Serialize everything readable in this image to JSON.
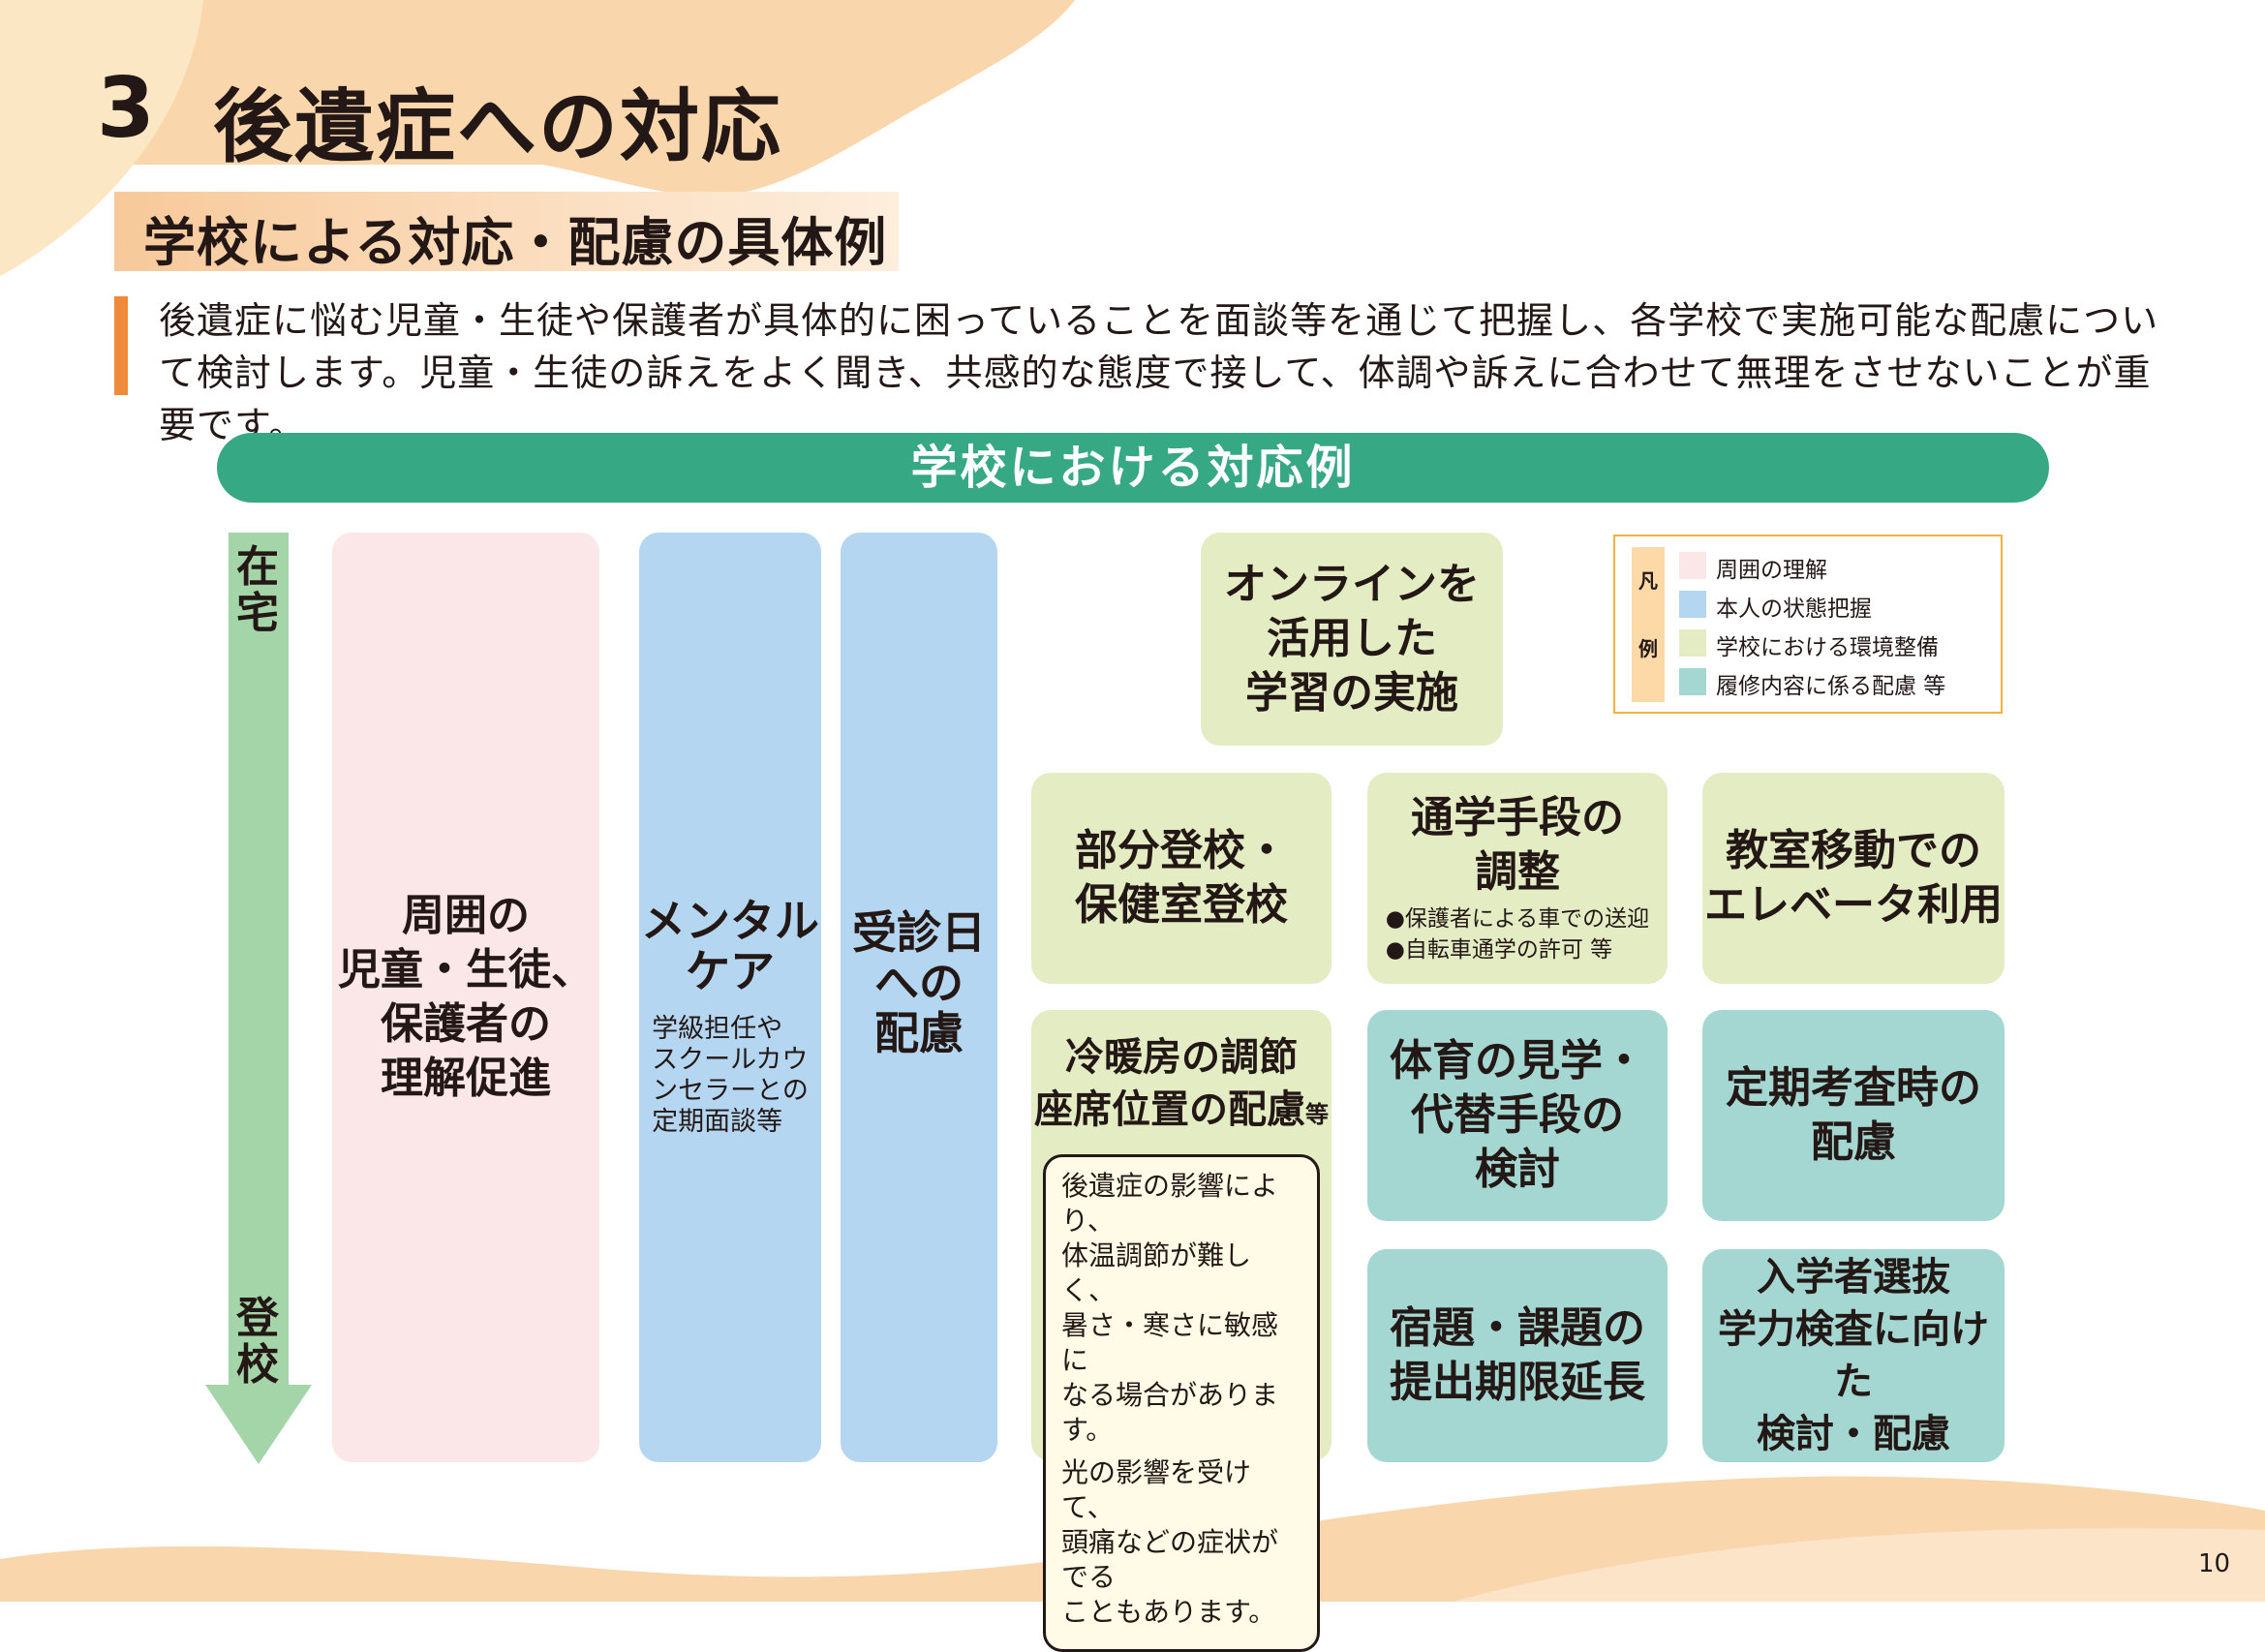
{
  "colors": {
    "accent_orange": "#ef8a3d",
    "banner_green": "#36a884",
    "pink": "#fbe7e8",
    "blue": "#b5d6f1",
    "green": "#e4ecc4",
    "teal": "#a4d7d1",
    "arrow_green": "#a3d5a8"
  },
  "header": {
    "number": "3",
    "title": "後遺症への対応",
    "subtitle": "学校による対応・配慮の具体例"
  },
  "intro": "後遺症に悩む児童・生徒や保護者が具体的に困っていることを面談等を通じて把握し、各学校で実施可能な配慮について検討します。児童・生徒の訴えをよく聞き、共感的な態度で接して、体調や訴えに合わせて無理をさせないことが重要です。",
  "banner": "学校における対応例",
  "arrow": {
    "top": "在\n宅",
    "bottom": "登\n校"
  },
  "columns": {
    "pink_main": "周囲の\n児童・生徒、\n保護者の\n理解促進",
    "mental_title": "メンタル\nケア",
    "mental_note": "学級担任や\nスクールカウ\nンセラーとの\n定期面談等",
    "consult": "受診日\nへの\n配慮"
  },
  "cards": {
    "online": "オンラインを\n活用した\n学習の実施",
    "partial": "部分登校・\n保健室登校",
    "commute_title": "通学手段の\n調整",
    "commute_items": [
      "●保護者による車での送迎",
      "●自転車通学の許可 等"
    ],
    "elevator": "教室移動での\nエレベータ利用",
    "aircon_line1": "冷暖房の調節",
    "aircon_line2": "座席位置の配慮",
    "aircon_suffix": "等",
    "aircon_note1": "後遺症の影響により、\n体温調節が難しく、\n暑さ・寒さに敏感に\nなる場合があります。",
    "aircon_note2": "光の影響を受けて、\n頭痛などの症状がでる\nこともあります。",
    "pe": "体育の見学・\n代替手段の\n検討",
    "exam": "定期考査時の\n配慮",
    "homework": "宿題・課題の\n提出期限延長",
    "admission": "入学者選抜\n学力検査に向けた\n検討・配慮"
  },
  "legend": {
    "title": "凡\n例",
    "items": [
      "周囲の理解",
      "本人の状態把握",
      "学校における環境整備",
      "履修内容に係る配慮 等"
    ]
  },
  "page_number": "10"
}
